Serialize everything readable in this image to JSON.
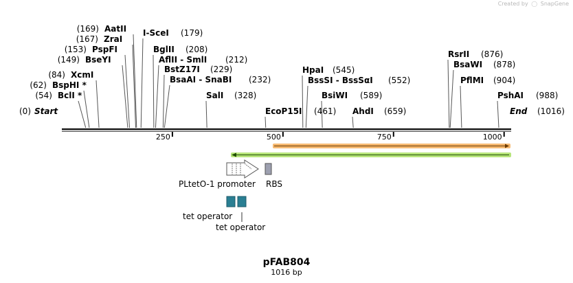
{
  "watermark": {
    "created_by": "Created by",
    "brand": "SnapGene"
  },
  "title": "pFAB804",
  "length_label": "1016 bp",
  "start_label": {
    "name": "Start",
    "pos_label": "(0)"
  },
  "end_label": {
    "name": "End",
    "pos_label": "(1016)"
  },
  "sites": [
    {
      "name": "BclI *",
      "pos": 54,
      "pos_label": "(54)"
    },
    {
      "name": "BspHI *",
      "pos": 62,
      "pos_label": "(62)"
    },
    {
      "name": "XcmI",
      "pos": 84,
      "pos_label": "(84)"
    },
    {
      "name": "BseYI",
      "pos": 149,
      "pos_label": "(149)"
    },
    {
      "name": "PspFI",
      "pos": 153,
      "pos_label": "(153)"
    },
    {
      "name": "ZraI",
      "pos": 167,
      "pos_label": "(167)"
    },
    {
      "name": "AatII",
      "pos": 169,
      "pos_label": "(169)"
    },
    {
      "name": "I-SceI",
      "pos": 179,
      "pos_label": "(179)"
    },
    {
      "name": "BglII",
      "pos": 208,
      "pos_label": "(208)"
    },
    {
      "name": "AflII - SmlI",
      "pos": 212,
      "pos_label": "(212)"
    },
    {
      "name": "BstZ17I",
      "pos": 229,
      "pos_label": "(229)"
    },
    {
      "name": "BsaAI - SnaBI",
      "pos": 232,
      "pos_label": "(232)"
    },
    {
      "name": "SalI",
      "pos": 328,
      "pos_label": "(328)"
    },
    {
      "name": "EcoP15I",
      "pos": 461,
      "pos_label": "(461)"
    },
    {
      "name": "HpaI",
      "pos": 545,
      "pos_label": "(545)"
    },
    {
      "name": "BssSI - BssSαI",
      "pos": 552,
      "pos_label": "(552)"
    },
    {
      "name": "BsiWI",
      "pos": 589,
      "pos_label": "(589)"
    },
    {
      "name": "AhdI",
      "pos": 659,
      "pos_label": "(659)"
    },
    {
      "name": "RsrII",
      "pos": 876,
      "pos_label": "(876)"
    },
    {
      "name": "BsaWI",
      "pos": 878,
      "pos_label": "(878)"
    },
    {
      "name": "PflMI",
      "pos": 904,
      "pos_label": "(904)"
    },
    {
      "name": "PshAI",
      "pos": 988,
      "pos_label": "(988)"
    }
  ],
  "ruler": {
    "max": 1016,
    "ticks": [
      {
        "value": 250,
        "label": "250"
      },
      {
        "value": 500,
        "label": "500"
      },
      {
        "value": 750,
        "label": "750"
      },
      {
        "value": 1000,
        "label": "1000"
      }
    ]
  },
  "features": [
    {
      "name": "PLtetO-1 promoter",
      "type": "promoter",
      "color": "#ffffff"
    },
    {
      "name": "RBS",
      "type": "rbs",
      "color": "#9da0b0"
    },
    {
      "name": "tet operator",
      "type": "protein_bind",
      "color": "#2a7f93"
    },
    {
      "name": "tet operator",
      "type": "protein_bind",
      "color": "#2a7f93"
    }
  ],
  "orfs": [
    {
      "direction": "forward",
      "color": "#f5b870"
    },
    {
      "direction": "reverse",
      "color": "#b6e47a"
    }
  ]
}
